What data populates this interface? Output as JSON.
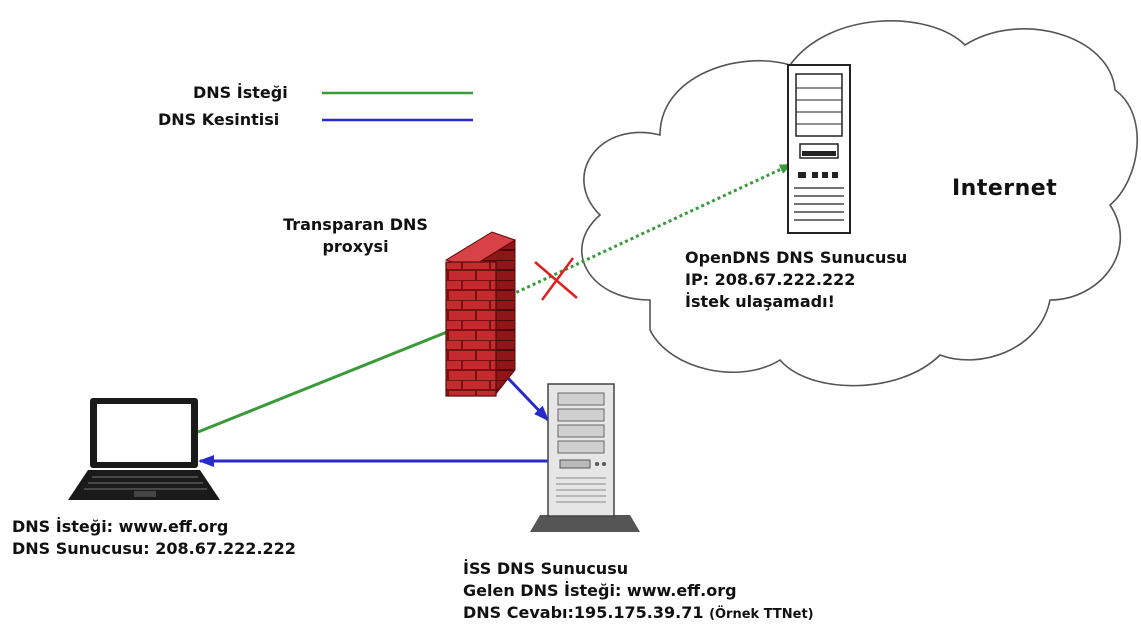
{
  "legend": {
    "request_label": "DNS İsteği",
    "request_color": "#3a9a3a",
    "hijack_label": "DNS Kesintisi",
    "hijack_color": "#2a2acc"
  },
  "proxy": {
    "line1": "Transparan DNS",
    "line2": "proxysi"
  },
  "cloud": {
    "title": "Internet"
  },
  "opendns": {
    "name": "OpenDNS DNS Sunucusu",
    "ip": "IP: 208.67.222.222",
    "status": "İstek ulaşamadı!"
  },
  "client": {
    "request": "DNS İsteği: www.eff.org",
    "server": "DNS Sunucusu: 208.67.222.222"
  },
  "isp": {
    "name": "İSS DNS Sunucusu",
    "incoming": "Gelen DNS İsteği: www.eff.org",
    "response": "DNS Cevabı:195.175.39.71",
    "response_note": "(Örnek TTNet)"
  },
  "colors": {
    "firewall": "#b81e22",
    "blocked": "#e02020"
  }
}
